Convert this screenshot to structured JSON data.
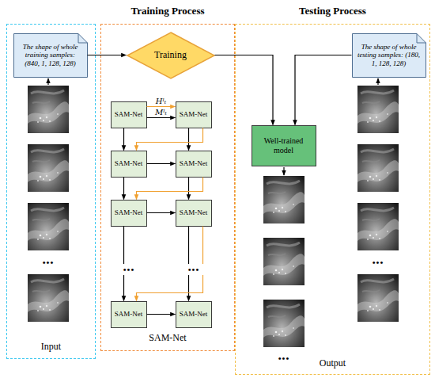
{
  "diagram": {
    "nodes": [
      {
        "text": [
          "Input"
        ]
      },
      {
        "text": [
          "Training Process",
          "SAM-Net"
        ]
      },
      {
        "text": [
          "Testing Process",
          "Output"
        ]
      },
      {
        "text": [
          "The shape of whole training samples: (840, 1, 128, 128)"
        ],
        "in": 0
      },
      {
        "text": [
          "Training"
        ],
        "in": 1
      },
      {
        "text": [
          "SAM-Net"
        ],
        "in": 1
      },
      {
        "text": [
          "SAM-Net"
        ],
        "in": 1
      },
      {
        "text": [
          "SAM-Net"
        ],
        "in": 1
      },
      {
        "text": [
          "SAM-Net"
        ],
        "in": 1
      },
      {
        "text": [
          "SAM-Net"
        ],
        "in": 1
      },
      {
        "text": [
          "SAM-Net"
        ],
        "in": 1
      },
      {
        "text": [
          "SAM-Net"
        ],
        "in": 1
      },
      {
        "text": [
          "SAM-Net"
        ],
        "in": 1
      },
      {
        "text": [
          "The shape of whole testing samples: (180, 1, 128, 128)"
        ],
        "in": 2
      },
      {
        "text": [
          "Well-trained model"
        ],
        "in": 2
      }
    ],
    "edges": [
      {
        "from": 3,
        "to": 4,
        "arrow": "to"
      },
      {
        "from": 4,
        "to": 14,
        "arrow": "to"
      },
      {
        "from": 13,
        "to": 14,
        "arrow": "to"
      },
      {
        "from": 5,
        "to": 6,
        "label": "Hˡₜ",
        "arrow": "to"
      },
      {
        "from": 5,
        "to": 6,
        "label": "Mˡₜ",
        "arrow": "to"
      },
      {
        "from": 7,
        "to": 8,
        "arrow": "to"
      },
      {
        "from": 9,
        "to": 10,
        "arrow": "to"
      },
      {
        "from": 11,
        "to": 12,
        "arrow": "to"
      },
      {
        "from": 5,
        "to": 7,
        "arrow": "to"
      },
      {
        "from": 7,
        "to": 9,
        "arrow": "to"
      },
      {
        "from": 9,
        "to": 11,
        "arrow": "to"
      },
      {
        "from": 6,
        "to": 8,
        "arrow": "to"
      },
      {
        "from": 8,
        "to": 10,
        "arrow": "to"
      },
      {
        "from": 10,
        "to": 12,
        "arrow": "to"
      },
      {
        "from": 6,
        "to": 7,
        "arrow": "to"
      },
      {
        "from": 8,
        "to": 9,
        "arrow": "to"
      },
      {
        "from": 10,
        "to": 11,
        "arrow": "to"
      }
    ],
    "labels": [
      "•••",
      "•••",
      "•••",
      "•••",
      "•••"
    ]
  }
}
